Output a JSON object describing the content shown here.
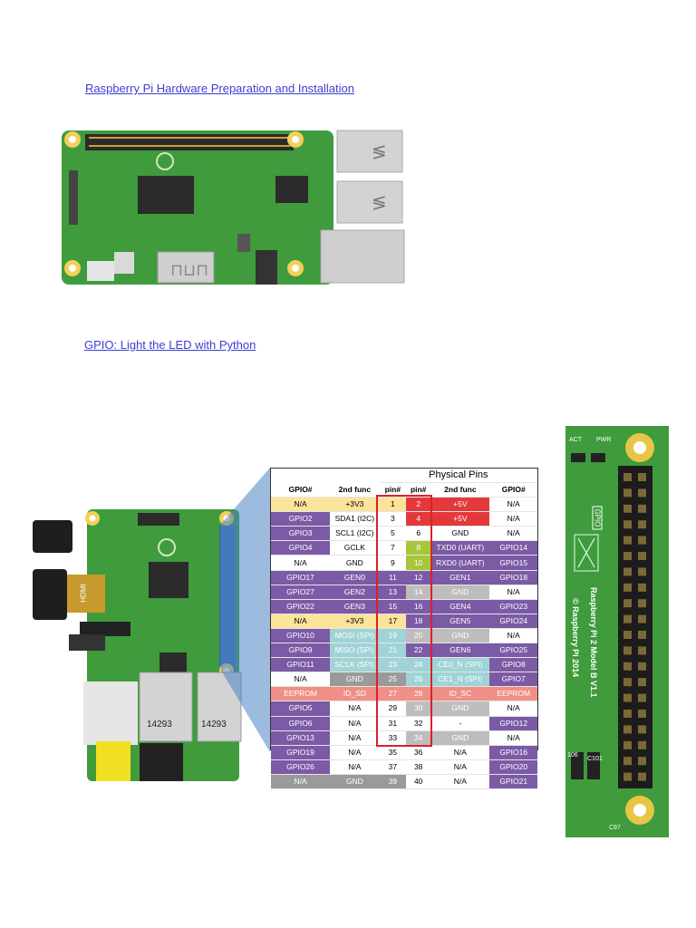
{
  "headings": {
    "hardware": " Raspberry Pi Hardware Preparation and Installation",
    "gpio": "GPIO: Light the LED with Python"
  },
  "colors": {
    "heading": "#3b3fd1",
    "board_green": "#3f9b3c",
    "pin_red": "#e4393b",
    "pin_purple": "#7b5aa6",
    "pin_yellow": "#fbe39a",
    "pin_teal": "#9fd3d6",
    "pin_salmon": "#ef8f86",
    "pin_gray": "#9a9a9a"
  },
  "board_labels": {
    "hdmi": "HDMI",
    "usb_left": "14293",
    "usb_right": "14293",
    "strip_act": "ACT",
    "strip_pwr": "PWR",
    "strip_gpio": "GPIO",
    "strip_model": "Raspberry Pi 2 Model B V1.1",
    "strip_copy": "© Raspberry Pi 2014",
    "strip_c97": "C97",
    "strip_c101": "C101",
    "strip_106": "106"
  },
  "pin_table": {
    "title": "Physical Pins",
    "headers": [
      "GPIO#",
      "2nd func",
      "pin#",
      "pin#",
      "2nd func",
      "GPIO#"
    ],
    "rows": [
      [
        [
          "N/A",
          "yellow"
        ],
        [
          "+3V3",
          "yellow"
        ],
        [
          "1",
          "yellow"
        ],
        [
          "2",
          "red"
        ],
        [
          "+5V",
          "red"
        ],
        [
          "N/A",
          "white"
        ]
      ],
      [
        [
          "GPIO2",
          "purple"
        ],
        [
          "SDA1 (I2C)",
          "white"
        ],
        [
          "3",
          "white"
        ],
        [
          "4",
          "red"
        ],
        [
          "+5V",
          "red"
        ],
        [
          "N/A",
          "white"
        ]
      ],
      [
        [
          "GPIO3",
          "purple"
        ],
        [
          "SCL1 (I2C)",
          "white"
        ],
        [
          "5",
          "white"
        ],
        [
          "6",
          "white"
        ],
        [
          "GND",
          "white"
        ],
        [
          "N/A",
          "white"
        ]
      ],
      [
        [
          "GPIO4",
          "purple"
        ],
        [
          "GCLK",
          "white"
        ],
        [
          "7",
          "white"
        ],
        [
          "8",
          "lgreen"
        ],
        [
          "TXD0 (UART)",
          "purple"
        ],
        [
          "GPIO14",
          "purple"
        ]
      ],
      [
        [
          "N/A",
          "white"
        ],
        [
          "GND",
          "white"
        ],
        [
          "9",
          "white"
        ],
        [
          "10",
          "lgreen"
        ],
        [
          "RXD0 (UART)",
          "purple"
        ],
        [
          "GPIO15",
          "purple"
        ]
      ],
      [
        [
          "GPIO17",
          "purple"
        ],
        [
          "GEN0",
          "purple"
        ],
        [
          "11",
          "purple"
        ],
        [
          "12",
          "purple"
        ],
        [
          "GEN1",
          "purple"
        ],
        [
          "GPIO18",
          "purple"
        ]
      ],
      [
        [
          "GPIO27",
          "purple"
        ],
        [
          "GEN2",
          "purple"
        ],
        [
          "13",
          "purple"
        ],
        [
          "14",
          "lgray"
        ],
        [
          "GND",
          "lgray"
        ],
        [
          "N/A",
          "white"
        ]
      ],
      [
        [
          "GPIO22",
          "purple"
        ],
        [
          "GEN3",
          "purple"
        ],
        [
          "15",
          "purple"
        ],
        [
          "16",
          "purple"
        ],
        [
          "GEN4",
          "purple"
        ],
        [
          "GPIO23",
          "purple"
        ]
      ],
      [
        [
          "N/A",
          "yellow"
        ],
        [
          "+3V3",
          "yellow"
        ],
        [
          "17",
          "yellow"
        ],
        [
          "18",
          "purple"
        ],
        [
          "GEN5",
          "purple"
        ],
        [
          "GPIO24",
          "purple"
        ]
      ],
      [
        [
          "GPIO10",
          "purple"
        ],
        [
          "MOSI (SPI)",
          "teal"
        ],
        [
          "19",
          "teal"
        ],
        [
          "20",
          "lgray"
        ],
        [
          "GND",
          "lgray"
        ],
        [
          "N/A",
          "white"
        ]
      ],
      [
        [
          "GPIO9",
          "purple"
        ],
        [
          "MISO (SPI)",
          "teal"
        ],
        [
          "21",
          "teal"
        ],
        [
          "22",
          "purple"
        ],
        [
          "GEN6",
          "purple"
        ],
        [
          "GPIO25",
          "purple"
        ]
      ],
      [
        [
          "GPIO11",
          "purple"
        ],
        [
          "SCLK (SPI)",
          "teal"
        ],
        [
          "23",
          "teal"
        ],
        [
          "24",
          "teal"
        ],
        [
          "CE0_N (SPI)",
          "teal"
        ],
        [
          "GPIO8",
          "purple"
        ]
      ],
      [
        [
          "N/A",
          "white"
        ],
        [
          "GND",
          "gray"
        ],
        [
          "25",
          "gray"
        ],
        [
          "26",
          "teal"
        ],
        [
          "CE1_N (SPI)",
          "teal"
        ],
        [
          "GPIO7",
          "purple"
        ]
      ],
      [
        [
          "EEPROM",
          "salmon"
        ],
        [
          "ID_SD",
          "salmon"
        ],
        [
          "27",
          "salmon"
        ],
        [
          "28",
          "salmon"
        ],
        [
          "ID_SC",
          "salmon"
        ],
        [
          "EEPROM",
          "salmon"
        ]
      ],
      [
        [
          "GPIO5",
          "purple"
        ],
        [
          "N/A",
          "white"
        ],
        [
          "29",
          "white"
        ],
        [
          "30",
          "lgray"
        ],
        [
          "GND",
          "lgray"
        ],
        [
          "N/A",
          "white"
        ]
      ],
      [
        [
          "GPIO6",
          "purple"
        ],
        [
          "N/A",
          "white"
        ],
        [
          "31",
          "white"
        ],
        [
          "32",
          "white"
        ],
        [
          "-",
          "white"
        ],
        [
          "GPIO12",
          "purple"
        ]
      ],
      [
        [
          "GPIO13",
          "purple"
        ],
        [
          "N/A",
          "white"
        ],
        [
          "33",
          "white"
        ],
        [
          "34",
          "lgray"
        ],
        [
          "GND",
          "lgray"
        ],
        [
          "N/A",
          "white"
        ]
      ],
      [
        [
          "GPIO19",
          "purple"
        ],
        [
          "N/A",
          "white"
        ],
        [
          "35",
          "white"
        ],
        [
          "36",
          "white"
        ],
        [
          "N/A",
          "white"
        ],
        [
          "GPIO16",
          "purple"
        ]
      ],
      [
        [
          "GPIO26",
          "purple"
        ],
        [
          "N/A",
          "white"
        ],
        [
          "37",
          "white"
        ],
        [
          "38",
          "white"
        ],
        [
          "N/A",
          "white"
        ],
        [
          "GPIO20",
          "purple"
        ]
      ],
      [
        [
          "N/A",
          "gray"
        ],
        [
          "GND",
          "gray"
        ],
        [
          "39",
          "gray"
        ],
        [
          "40",
          "white"
        ],
        [
          "N/A",
          "white"
        ],
        [
          "GPIO21",
          "purple"
        ]
      ]
    ]
  }
}
